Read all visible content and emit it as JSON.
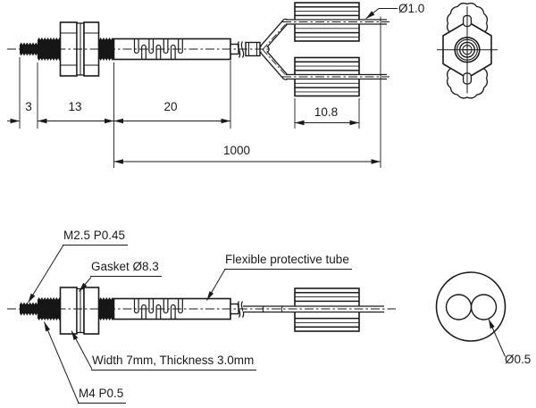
{
  "dims": {
    "seg3": "3",
    "seg13": "13",
    "seg20": "20",
    "cable": "1000",
    "block": "10.8",
    "wire_dia": "Ø1.0",
    "fiber_dia": "Ø0.5"
  },
  "callouts": {
    "tip_thread": "M2.5 P0.45",
    "gasket": "Gasket Ø8.3",
    "flex_tube": "Flexible protective tube",
    "nut_size": "Width 7mm, Thickness 3.0mm",
    "main_thread": "M4 P0.5"
  },
  "colors": {
    "line": "#1a1a1a",
    "background": "#ffffff"
  }
}
